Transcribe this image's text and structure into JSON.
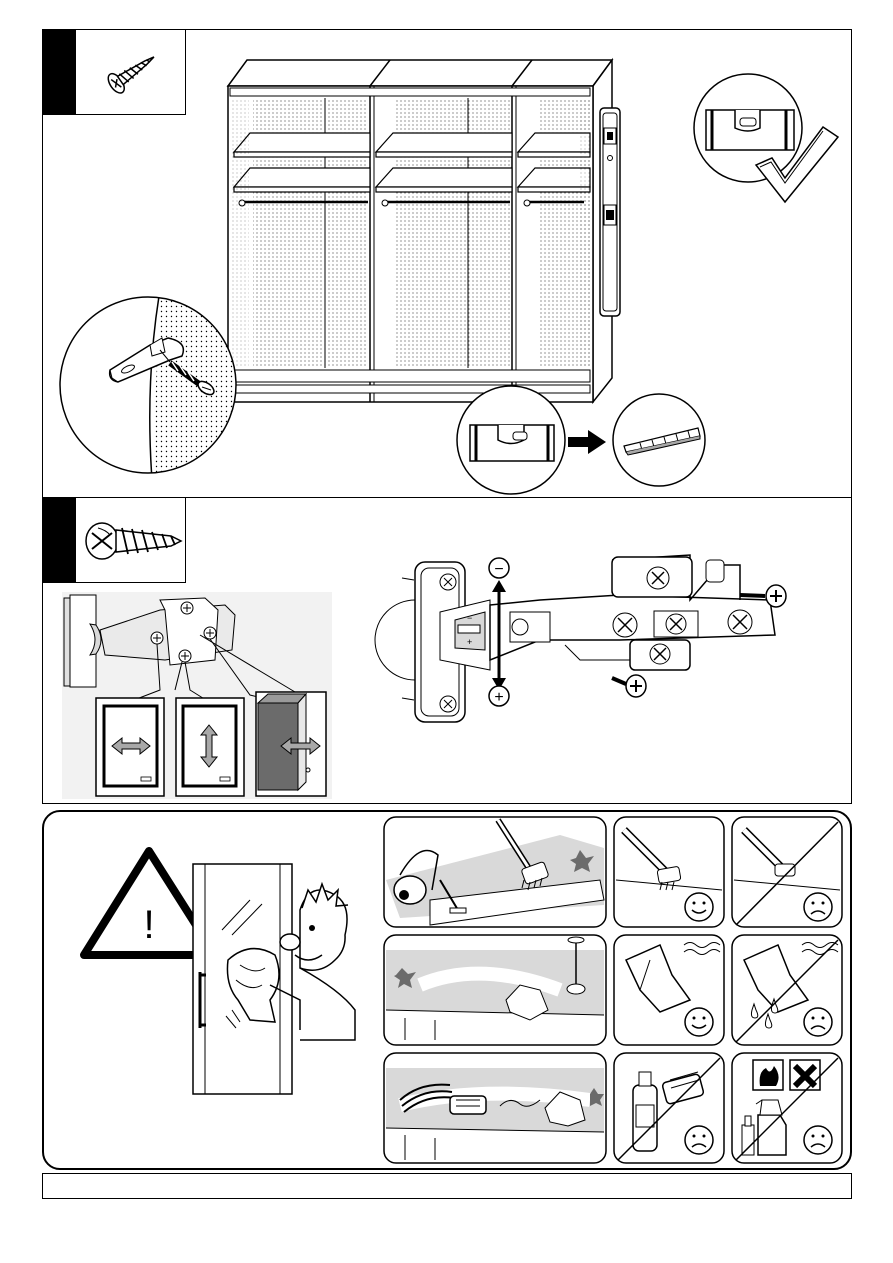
{
  "page": {
    "step1": {
      "step_number": "",
      "hardware_icon": "countersunk-screw-icon",
      "illustrations": [
        "wardrobe-frame",
        "wall-bracket-detail",
        "spirit-level-detail",
        "shim-wedge-detail",
        "level-check-ok-icon"
      ]
    },
    "step2": {
      "step_number": "",
      "hardware_icon": "chipboard-screw-icon",
      "adjust_minus": "−",
      "adjust_plus": "+",
      "hinge_small_plus": "+",
      "hinge_small_minus": "−",
      "illustrations": [
        "concealed-hinge",
        "door-side-adjustment",
        "door-height-adjustment",
        "door-depth-adjustment"
      ]
    },
    "care": {
      "warning_sign": "!",
      "cells": [
        {
          "name": "vacuum-soft-brush",
          "rating": "none"
        },
        {
          "name": "soft-brush",
          "rating": "happy"
        },
        {
          "name": "hard-brush",
          "rating": "sad"
        },
        {
          "name": "damp-cloth-wipe",
          "rating": "none"
        },
        {
          "name": "damp-cloth",
          "rating": "happy"
        },
        {
          "name": "wet-cloth",
          "rating": "sad"
        },
        {
          "name": "chamois-dry",
          "rating": "none"
        },
        {
          "name": "polish-cleaner",
          "rating": "sad"
        },
        {
          "name": "aggressive-chemicals",
          "rating": "sad"
        }
      ]
    },
    "footer": {
      "text": ""
    }
  },
  "colors": {
    "ink": "#000000",
    "panel_bg": "#ffffff",
    "door_grey": "#6b6b6b",
    "light_grey": "#d9d9d9",
    "mid_grey": "#a8a8a8"
  }
}
